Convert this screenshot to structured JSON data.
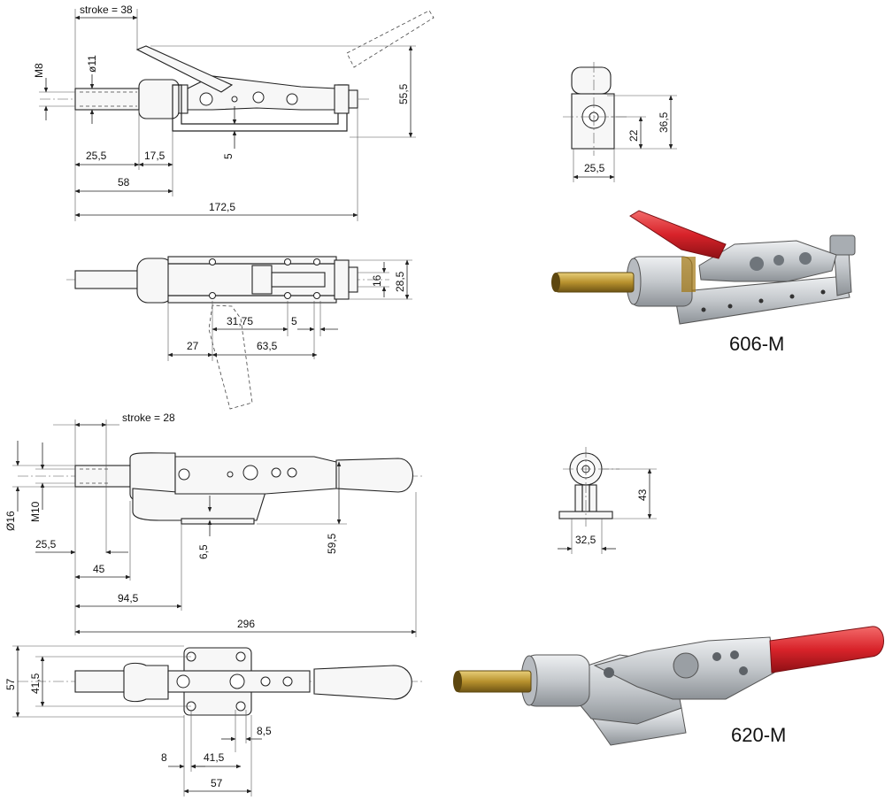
{
  "models": [
    "606-M",
    "620-M"
  ],
  "clamp_606": {
    "top_view": {
      "stroke": "stroke = 38",
      "thread": "M8",
      "pin_diameter": "ø11",
      "d_25_5": "25,5",
      "d_17_5": "17,5",
      "d_5": "5",
      "d_58": "58",
      "d_172_5": "172,5",
      "d_55_5": "55,5"
    },
    "plan_view": {
      "d_16": "16",
      "d_28_5": "28,5",
      "d_31_75": "31,75",
      "d_5": "5",
      "d_27": "27",
      "d_63_5": "63,5"
    },
    "end_view": {
      "d_22": "22",
      "d_36_5": "36,5",
      "d_25_5": "25,5"
    }
  },
  "clamp_620": {
    "side_view": {
      "stroke": "stroke = 28",
      "pin_diameter": "Ø16",
      "thread": "M10",
      "d_25_5": "25,5",
      "d_45": "45",
      "d_94_5": "94,5",
      "d_6_5": "6,5",
      "d_59_5": "59,5",
      "d_296": "296"
    },
    "plan_view": {
      "d_57_v": "57",
      "d_41_5_v": "41,5",
      "d_8_5": "8,5",
      "d_8": "8",
      "d_41_5": "41,5",
      "d_57": "57"
    },
    "end_view": {
      "d_43": "43",
      "d_32_5": "32,5"
    }
  },
  "colors": {
    "handle_grip": "#d8232a",
    "plunger_brass": "#b8922e",
    "zinc_steel": "#c9ccd0"
  }
}
